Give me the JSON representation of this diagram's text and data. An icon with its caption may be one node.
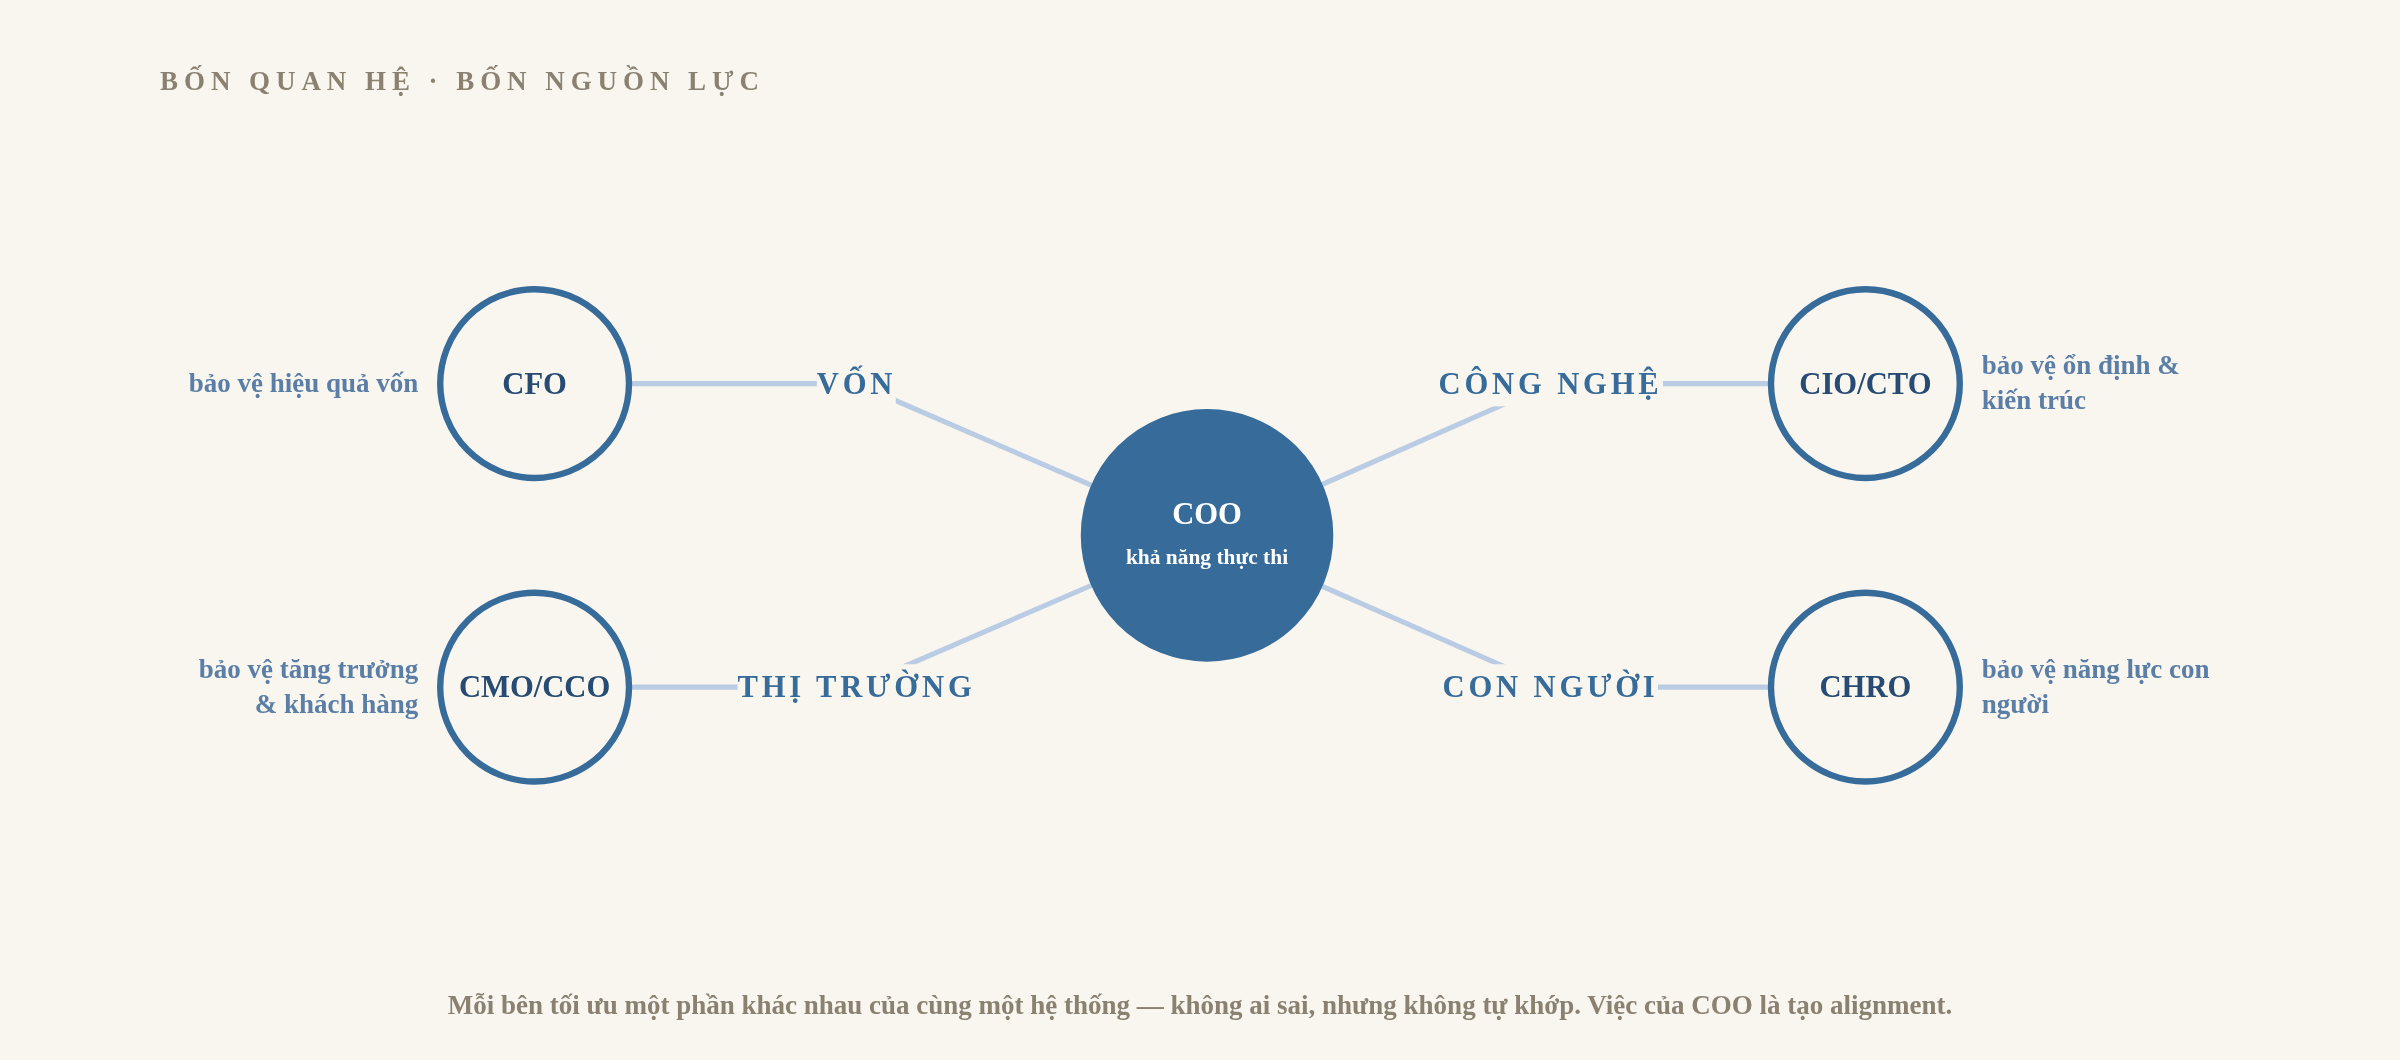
{
  "diagram": {
    "title": "BỐN QUAN HỆ · BỐN NGUỒN LỰC",
    "nodes": [
      {
        "text": [
          "CFO"
        ],
        "beside": [
          "bảo vệ hiệu quả vốn"
        ]
      },
      {
        "text": [
          "CMO/CCO"
        ],
        "beside": [
          "bảo vệ tăng trưởng & khách hàng"
        ]
      },
      {
        "text": [
          "COO",
          "khả năng thực thi"
        ]
      },
      {
        "text": [
          "CIO/CTO"
        ],
        "beside": [
          "bảo vệ ổn định & kiến trúc"
        ]
      },
      {
        "text": [
          "CHRO"
        ],
        "beside": [
          "bảo vệ năng lực con người"
        ]
      }
    ],
    "edges": [
      {
        "from": 0,
        "to": 2,
        "arrow": "none",
        "label": "VỐN"
      },
      {
        "from": 1,
        "to": 2,
        "arrow": "none",
        "label": "THỊ TRƯỜNG"
      },
      {
        "from": 2,
        "to": 3,
        "arrow": "none",
        "label": "CÔNG NGHỆ"
      },
      {
        "from": 2,
        "to": 4,
        "arrow": "none",
        "label": "CON NGƯỜI"
      }
    ],
    "caption": "Mỗi bên tối ưu một phần khác nhau của cùng một hệ thống — không ai sai, nhưng không tự khớp. Việc của COO là tạo alignment."
  }
}
